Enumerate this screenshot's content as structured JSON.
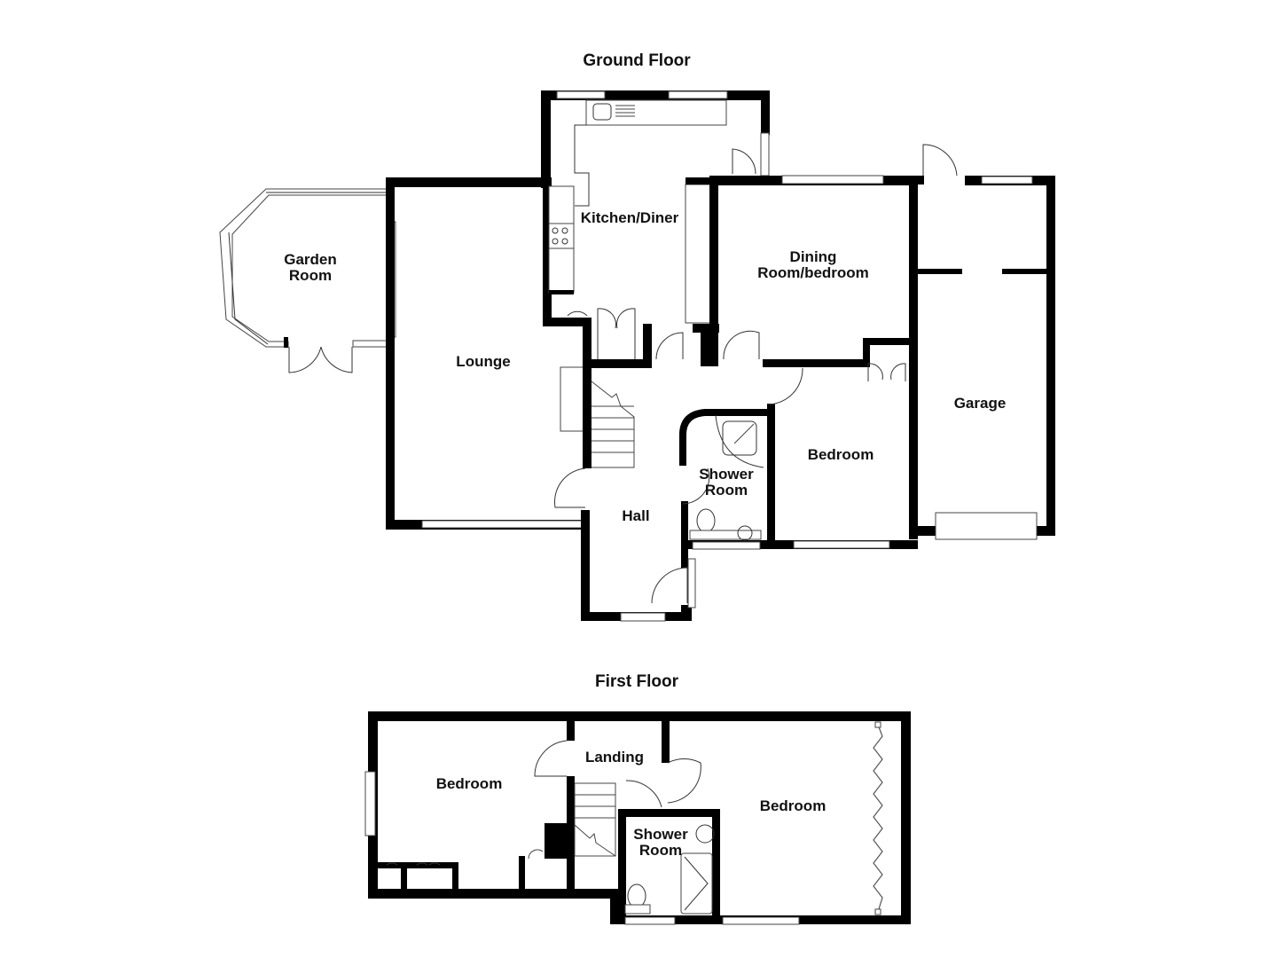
{
  "floors": [
    {
      "title": "Ground Floor",
      "rooms": [
        {
          "name": "Garden Room",
          "lines": [
            "Garden",
            "Room"
          ]
        },
        {
          "name": "Lounge",
          "lines": [
            "Lounge"
          ]
        },
        {
          "name": "Kitchen/Diner",
          "lines": [
            "Kitchen/Diner"
          ]
        },
        {
          "name": "Dining Room/bedroom",
          "lines": [
            "Dining",
            "Room/bedroom"
          ]
        },
        {
          "name": "Garage",
          "lines": [
            "Garage"
          ]
        },
        {
          "name": "Bedroom",
          "lines": [
            "Bedroom"
          ]
        },
        {
          "name": "Shower Room",
          "lines": [
            "Shower",
            "Room"
          ]
        },
        {
          "name": "Hall",
          "lines": [
            "Hall"
          ]
        }
      ]
    },
    {
      "title": "First Floor",
      "rooms": [
        {
          "name": "Bedroom",
          "lines": [
            "Bedroom"
          ]
        },
        {
          "name": "Landing",
          "lines": [
            "Landing"
          ]
        },
        {
          "name": "Shower Room",
          "lines": [
            "Shower",
            "Room"
          ]
        },
        {
          "name": "Bedroom",
          "lines": [
            "Bedroom"
          ]
        }
      ]
    }
  ],
  "colors": {
    "wall": "#000000",
    "background": "#ffffff",
    "fixture": "#444444"
  }
}
